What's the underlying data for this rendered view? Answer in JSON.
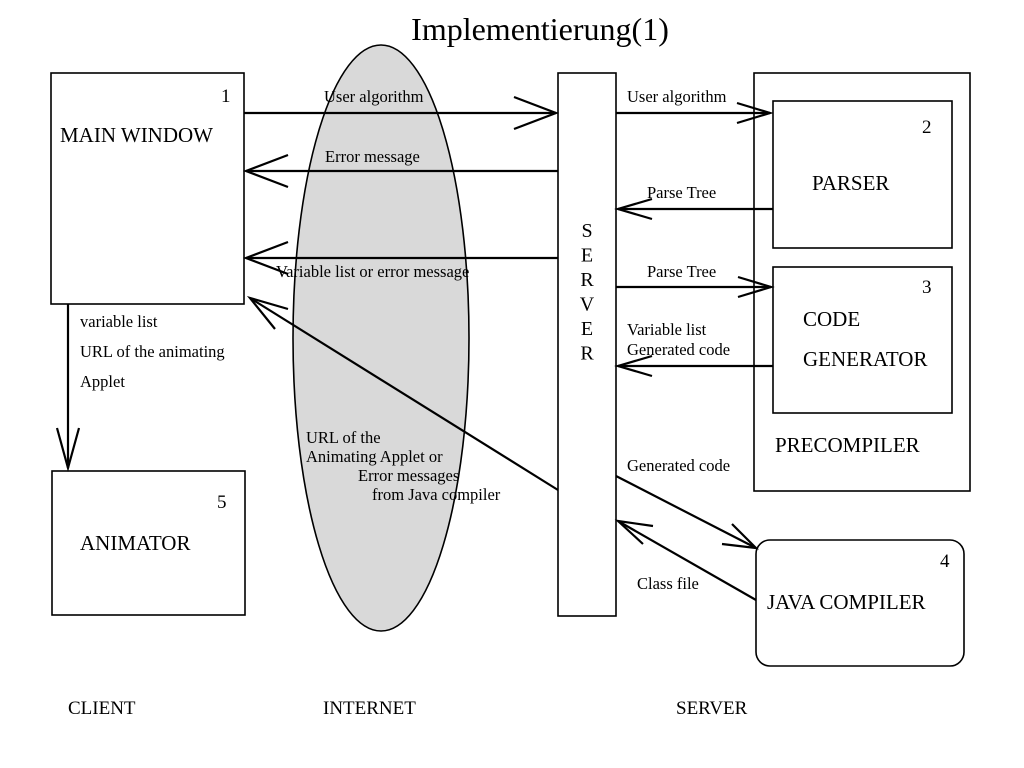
{
  "title": "Implementierung(1)",
  "colors": {
    "internet_fill": "#d9d9d9",
    "line": "#000000"
  },
  "nodes": {
    "main_window": {
      "label": "MAIN WINDOW",
      "number": "1"
    },
    "animator": {
      "label": "ANIMATOR",
      "number": "5"
    },
    "server": {
      "letters": [
        "S",
        "E",
        "R",
        "V",
        "E",
        "R"
      ]
    },
    "precompiler": {
      "label": "PRECOMPILER"
    },
    "parser": {
      "label": "PARSER",
      "number": "2"
    },
    "code_generator": {
      "label_line1": "CODE",
      "label_line2": "GENERATOR",
      "number": "3"
    },
    "java_compiler": {
      "label": "JAVA COMPILER",
      "number": "4"
    }
  },
  "edges": {
    "user_algorithm_to_server": "User algorithm",
    "error_message": "Error message",
    "variable_list_or_error": "Variable list or error message",
    "to_animator": [
      "variable list",
      "URL of the animating",
      "Applet"
    ],
    "url_applet": [
      "URL of the",
      "Animating Applet or",
      "Error messages",
      "from Java compiler"
    ],
    "user_algorithm_to_parser": "User algorithm",
    "parse_tree_from_parser": "Parse Tree",
    "parse_tree_to_codegen": "Parse Tree",
    "codegen_return": [
      "Variable list",
      "Generated code"
    ],
    "generated_code_to_compiler": "Generated code",
    "class_file": "Class file"
  },
  "zones": {
    "client": "CLIENT",
    "internet": "INTERNET",
    "server": "SERVER"
  }
}
